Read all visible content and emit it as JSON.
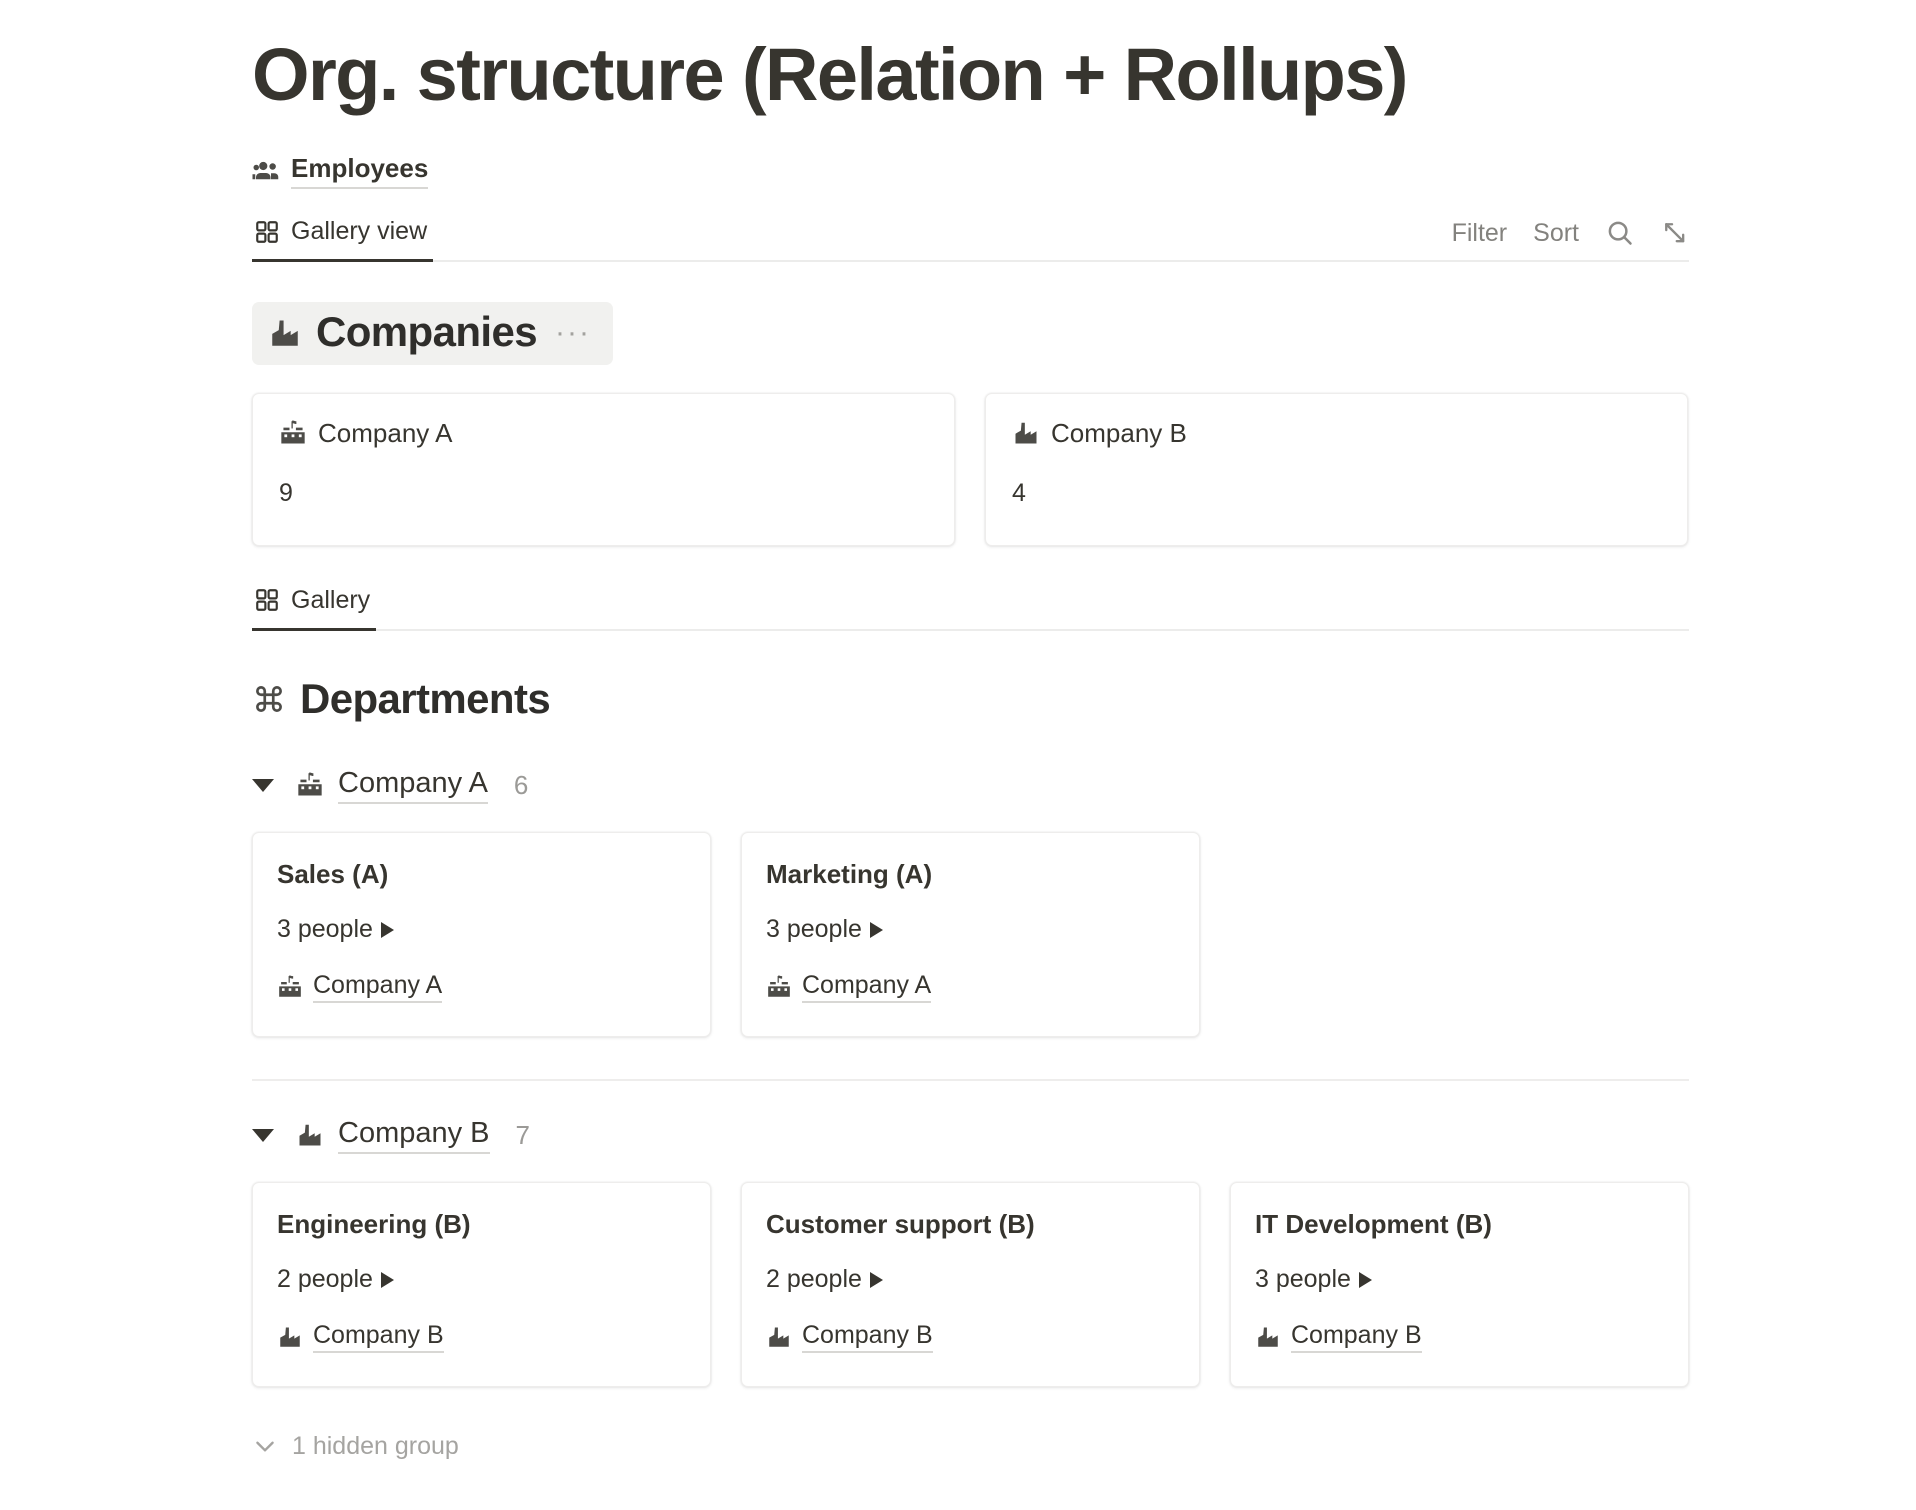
{
  "page": {
    "title": "Org. structure (Relation + Rollups)"
  },
  "source": {
    "icon": "people-icon",
    "label": "Employees"
  },
  "toolbar": {
    "tabs": [
      {
        "icon": "gallery-grid-icon",
        "label": "Gallery view",
        "active": true
      }
    ],
    "filter_label": "Filter",
    "sort_label": "Sort",
    "search_icon": "search-icon",
    "expand_icon": "expand-diagonal-icon"
  },
  "companies_section": {
    "icon": "factory-icon",
    "title": "Companies",
    "menu": "···",
    "cards": [
      {
        "icon": "office-flag-icon",
        "title": "Company A",
        "value": "9"
      },
      {
        "icon": "factory-icon",
        "title": "Company B",
        "value": "4"
      }
    ]
  },
  "gallery_tabbar": {
    "tabs": [
      {
        "icon": "gallery-grid-icon",
        "label": "Gallery",
        "active": true
      }
    ]
  },
  "departments_section": {
    "icon": "command-icon",
    "title": "Departments",
    "groups": [
      {
        "icon": "office-flag-icon",
        "name": "Company A",
        "count": "6",
        "cards": [
          {
            "title": "Sales (A)",
            "people": "3 people",
            "relation_icon": "office-flag-icon",
            "relation": "Company A"
          },
          {
            "title": "Marketing (A)",
            "people": "3 people",
            "relation_icon": "office-flag-icon",
            "relation": "Company A"
          }
        ]
      },
      {
        "icon": "factory-icon",
        "name": "Company B",
        "count": "7",
        "cards": [
          {
            "title": "Engineering (B)",
            "people": "2 people",
            "relation_icon": "factory-icon",
            "relation": "Company B"
          },
          {
            "title": "Customer support (B)",
            "people": "2 people",
            "relation_icon": "factory-icon",
            "relation": "Company B"
          },
          {
            "title": "IT Development (B)",
            "people": "3 people",
            "relation_icon": "factory-icon",
            "relation": "Company B"
          }
        ]
      }
    ]
  },
  "footer": {
    "hidden_group_label": "1 hidden group",
    "chevron": "chevron-down-icon"
  },
  "colors": {
    "text": "#37352f",
    "muted": "#9b9a97",
    "card_border": "#eeedec",
    "section_bg": "#f1f1ef"
  }
}
